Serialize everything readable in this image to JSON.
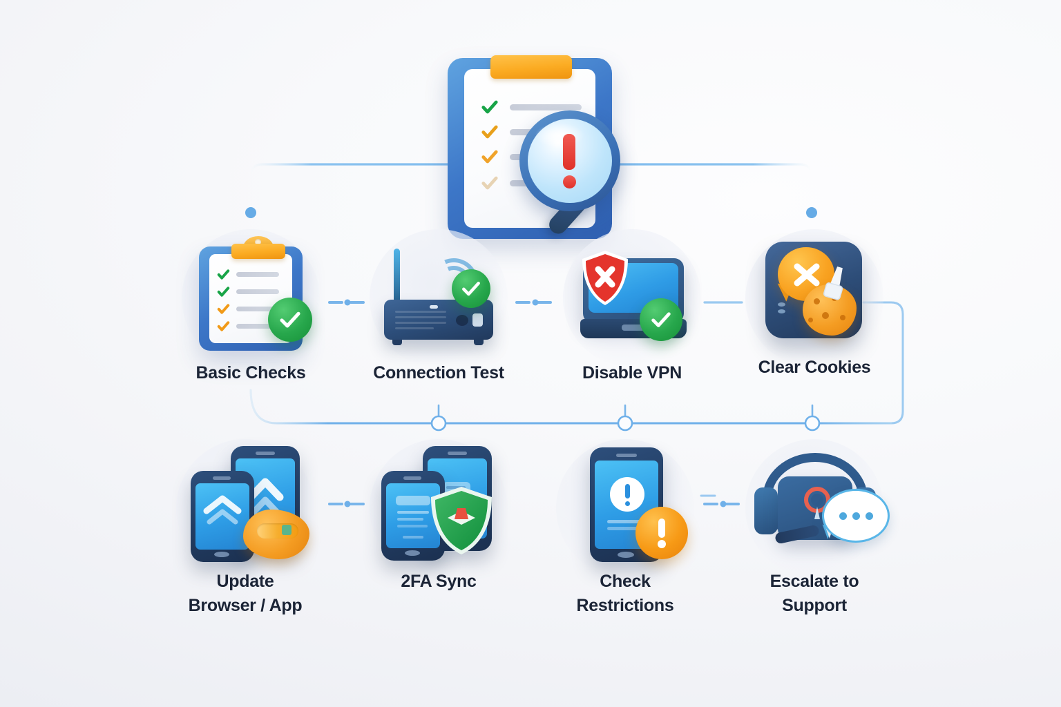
{
  "diagram": {
    "title": "Troubleshooting checklist flow",
    "background_color": "#f2f3f7",
    "accent_color": "#58a5e8",
    "label_color": "#1b2436",
    "root": {
      "id": "troubleshooting-checklist",
      "icon": "clipboard-checklist-magnifier-alert-icon",
      "label": ""
    },
    "rows": [
      {
        "row": 1,
        "nodes": [
          {
            "id": "basic-checks",
            "label": "Basic Checks",
            "icon": "clipboard-check-icon",
            "badge": "green-check-badge"
          },
          {
            "id": "connection-test",
            "label": "Connection Test",
            "icon": "router-wifi-icon",
            "badge": "green-check-badge"
          },
          {
            "id": "disable-vpn",
            "label": "Disable VPN",
            "icon": "laptop-shield-x-icon",
            "badge": "green-check-badge"
          },
          {
            "id": "clear-cookies",
            "label": "Clear Cookies",
            "icon": "browser-cookie-x-icon",
            "badge": "orange-x-badge"
          }
        ]
      },
      {
        "row": 2,
        "nodes": [
          {
            "id": "update-browser-app",
            "label": "Update\nBrowser / App",
            "label_line1": "Update",
            "label_line2": "Browser / App",
            "icon": "phones-update-arrow-icon",
            "badge": "orange-badge"
          },
          {
            "id": "2fa-sync",
            "label": "2FA Sync",
            "label_line1": "2FA Sync",
            "label_line2": "",
            "icon": "phones-shield-icon",
            "badge": "green-shield-badge"
          },
          {
            "id": "check-restrictions",
            "label": "Check\nRestrictions",
            "label_line1": "Check",
            "label_line2": "Restrictions",
            "icon": "phone-alert-icon",
            "badge": "orange-alert-badge"
          },
          {
            "id": "escalate-to-support",
            "label": "Escalate to\nSupport",
            "label_line1": "Escalate to",
            "label_line2": "Support",
            "icon": "headset-chat-icon",
            "badge": "chat-bubble-badge"
          }
        ]
      }
    ],
    "connectors": {
      "style": "rounded-orthogonal",
      "dashed_between_siblings": true,
      "junction_markers": "hollow-circle",
      "endpoint_markers": "filled-dot"
    }
  }
}
